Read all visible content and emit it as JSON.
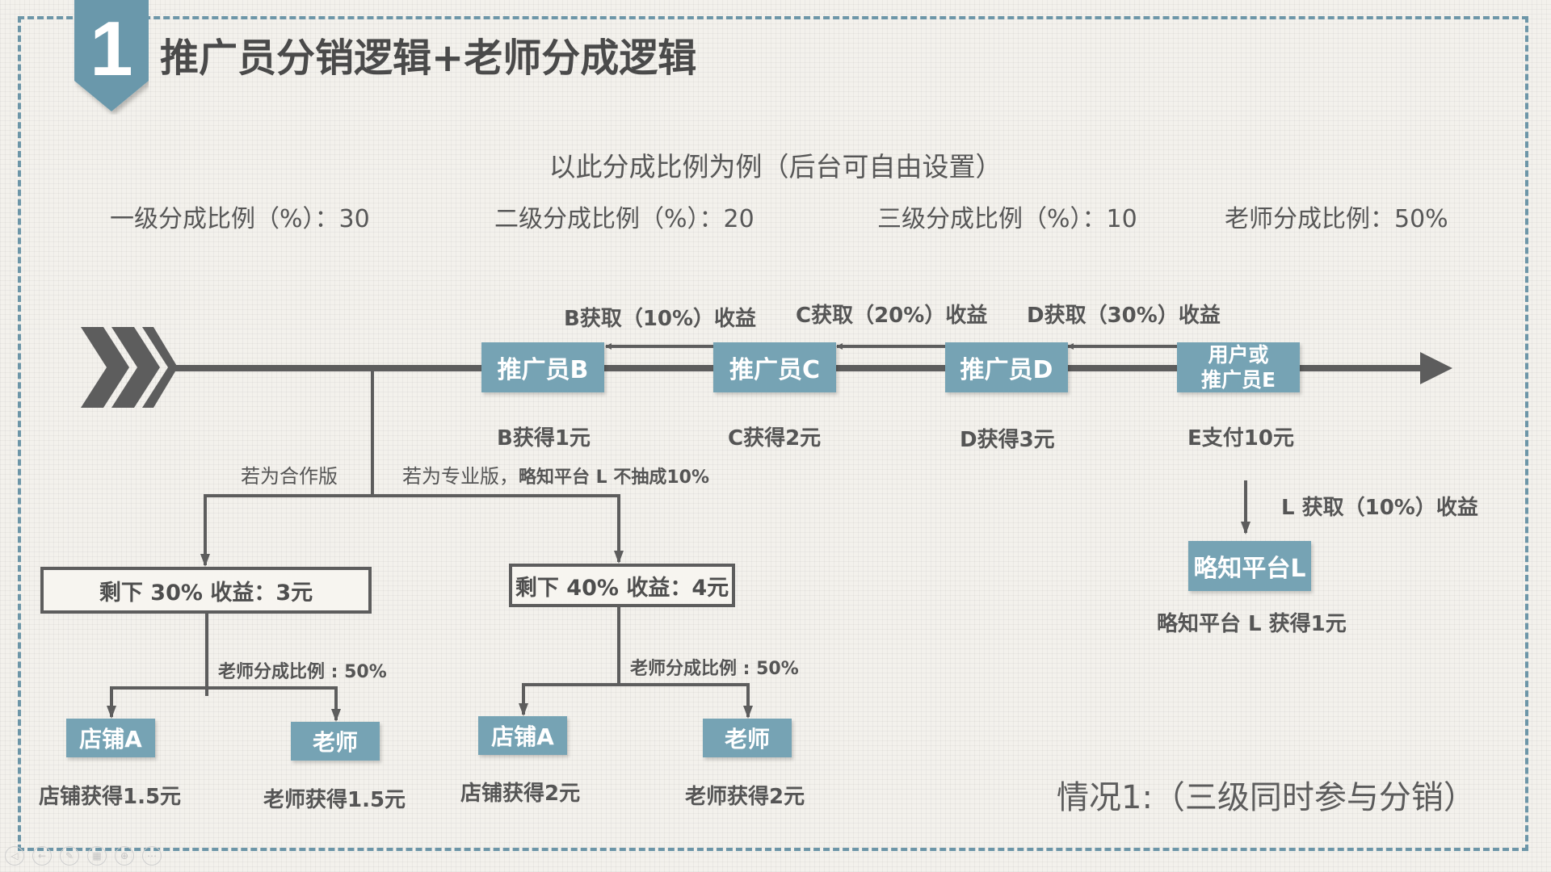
{
  "header": {
    "badge_number": "1",
    "title": "推广员分销逻辑+老师分成逻辑"
  },
  "subtitle": "以此分成比例为例（后台可自由设置）",
  "ratios": {
    "level1": "一级分成比例（%）：30",
    "level2": "二级分成比例（%）：20",
    "level3": "三级分成比例（%）：10",
    "teacher": "老师分成比例：50%"
  },
  "chain": {
    "nodes": {
      "b": "推广员B",
      "c": "推广员C",
      "d": "推广员D",
      "e_line1": "用户或",
      "e_line2": "推广员E"
    },
    "gains": {
      "b_flow": "B获取（10%）收益",
      "c_flow": "C获取（20%）收益",
      "d_flow": "D获取（30%）收益",
      "b_get": "B获得1元",
      "c_get": "C获得2元",
      "d_get": "D获得3元",
      "e_pay": "E支付10元"
    }
  },
  "platform": {
    "flow": "L 获取（10%）收益",
    "node": "略知平台L",
    "get": "略知平台 L 获得1元"
  },
  "branches": {
    "coop_label": "若为合作版",
    "pro_label_a": "若为专业版，",
    "pro_label_b": "略知平台 L 不抽成10%",
    "left": {
      "remain": "剩下 30% 收益：3元",
      "teacher_ratio": "老师分成比例 : 50%",
      "shop": "店铺A",
      "teacher": "老师",
      "shop_get": "店铺获得1.5元",
      "teacher_get": "老师获得1.5元"
    },
    "right": {
      "remain": "剩下 40% 收益：4元",
      "teacher_ratio": "老师分成比例 : 50%",
      "shop": "店铺A",
      "teacher": "老师",
      "shop_get": "店铺获得2元",
      "teacher_get": "老师获得2元"
    }
  },
  "situation": "情况1:（三级同时参与分销）",
  "colors": {
    "accent": "#76a3b4",
    "frame": "#6d96a8",
    "line": "#5d5d5d"
  },
  "nav_icons": [
    "prev-icon",
    "back-icon",
    "pen-icon",
    "grid-icon",
    "zoom-icon",
    "more-icon"
  ]
}
